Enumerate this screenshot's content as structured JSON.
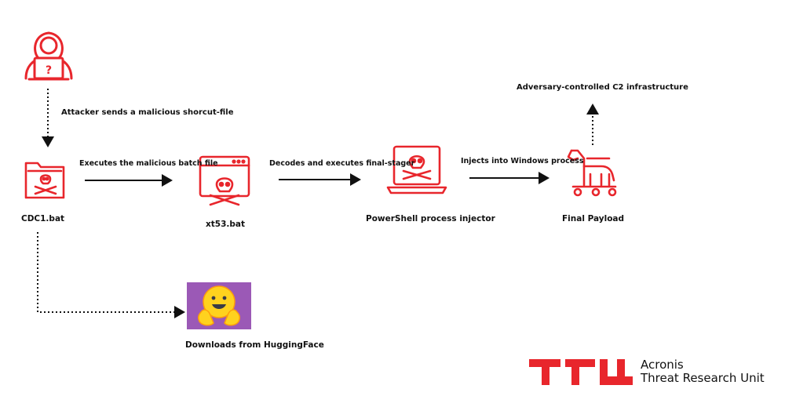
{
  "nodes": {
    "cdc1": "CDC1.bat",
    "xt53": "xt53.bat",
    "injector": "PowerShell process injector",
    "payload": "Final Payload",
    "huggingface": "Downloads from HuggingFace"
  },
  "edges": {
    "attacker_to_cdc1": "Attacker sends a malicious shorcut-file",
    "cdc1_to_xt53": "Executes the malicious batch file",
    "xt53_to_injector": "Decodes and executes final-stager",
    "injector_to_payload": "Injects into Windows process",
    "payload_to_c2": "Adversary-controlled C2 infrastructure"
  },
  "brand": {
    "line1": "Acronis",
    "line2": "Threat Research Unit"
  },
  "colors": {
    "accent_red": "#e8262c",
    "huggingface_bg": "#9b59b6",
    "text": "#111111"
  },
  "icons": {
    "attacker": "hacker-laptop-icon",
    "cdc1": "skull-folder-icon",
    "xt53": "skull-window-icon",
    "injector": "skull-laptop-icon",
    "payload": "trojan-horse-icon",
    "huggingface": "hugging-face-emoji-icon"
  }
}
